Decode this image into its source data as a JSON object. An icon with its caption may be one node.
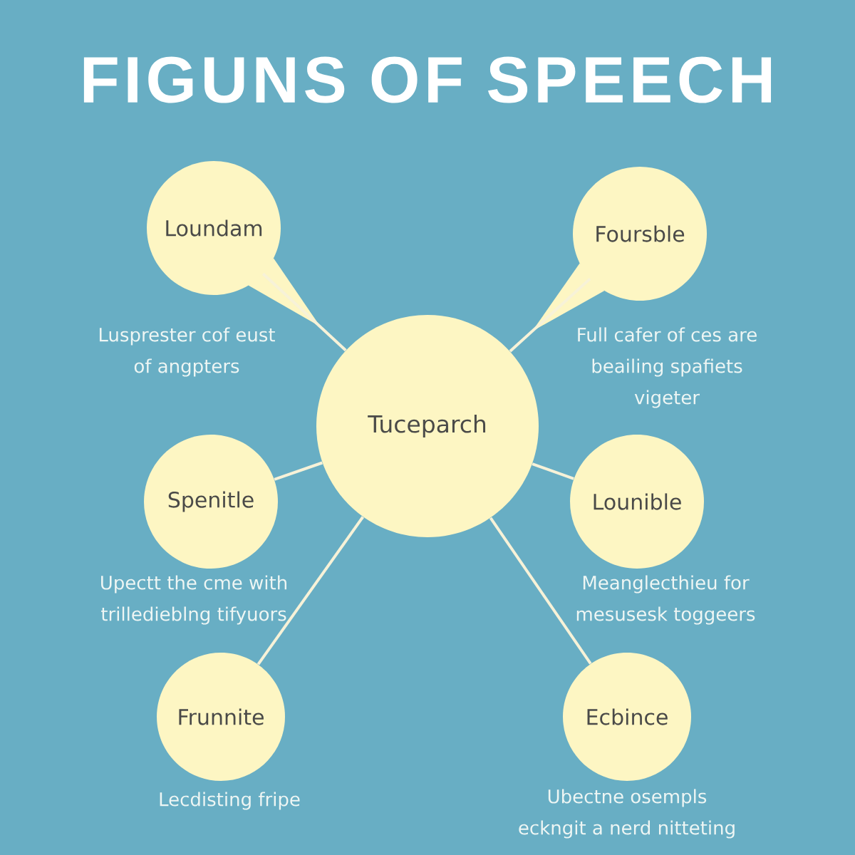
{
  "diagram": {
    "title": "FIGUNS OF SPEECH",
    "nodes": [
      {
        "text": [
          "Loundam"
        ],
        "beside": [
          "Lusprester cof eust of angpters"
        ]
      },
      {
        "text": [
          "Foursble"
        ],
        "beside": [
          "Full cafer of ces are beailing spafiets vigeter"
        ]
      },
      {
        "text": [
          "Tuceparch"
        ]
      },
      {
        "text": [
          "Spenitle"
        ],
        "beside": [
          "Upectt the cme with trilledieblng tifyuors"
        ]
      },
      {
        "text": [
          "Lounible"
        ],
        "beside": [
          "Meanglecthieu for mesusesk toggeers"
        ]
      },
      {
        "text": [
          "Frunnite"
        ],
        "beside": [
          "Lecdisting fripe"
        ]
      },
      {
        "text": [
          "Ecbince"
        ],
        "beside": [
          "Ubectne osempls eckngit a nerd nitteting"
        ]
      }
    ],
    "edges": [
      {
        "from": 2,
        "to": 0,
        "arrow": "none"
      },
      {
        "from": 2,
        "to": 1,
        "arrow": "none"
      },
      {
        "from": 2,
        "to": 3,
        "arrow": "none"
      },
      {
        "from": 2,
        "to": 4,
        "arrow": "none"
      },
      {
        "from": 2,
        "to": 5,
        "arrow": "none"
      },
      {
        "from": 2,
        "to": 6,
        "arrow": "none"
      }
    ]
  }
}
